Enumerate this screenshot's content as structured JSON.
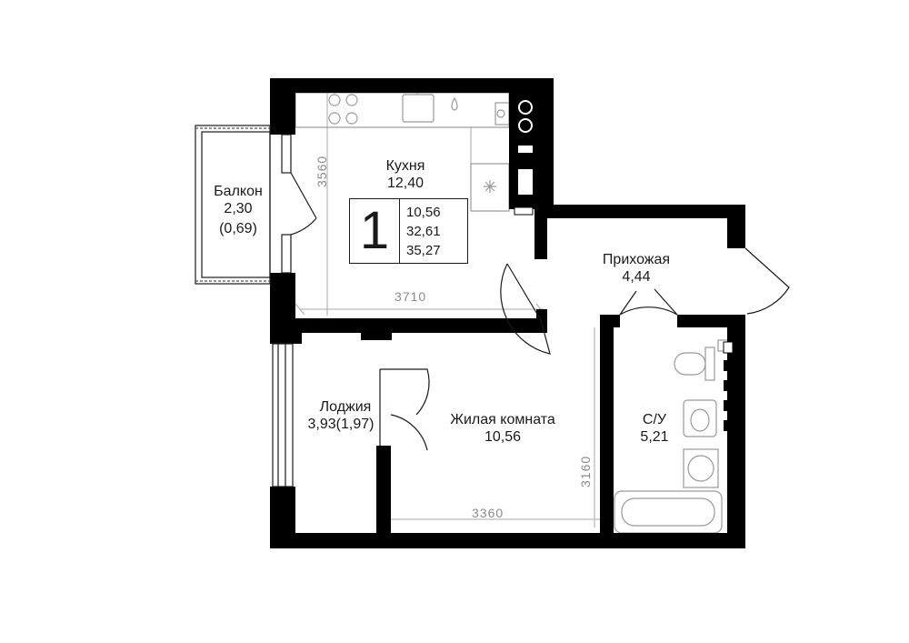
{
  "apartment": {
    "rooms_count": "1",
    "areas": [
      "10,56",
      "32,61",
      "35,27"
    ]
  },
  "rooms": {
    "kitchen": {
      "name": "Кухня",
      "area": "12,40"
    },
    "balcony": {
      "name": "Балкон",
      "area": "2,30",
      "reduced_area": "(0,69)"
    },
    "hallway": {
      "name": "Прихожая",
      "area": "4,44"
    },
    "loggia": {
      "name": "Лоджия",
      "area": "3,93(1,97)"
    },
    "living_room": {
      "name": "Жилая комната",
      "area": "10,56"
    },
    "bathroom": {
      "name": "С/У",
      "area": "5,21"
    }
  },
  "dimensions": {
    "kitchen_depth": "3560",
    "kitchen_width": "3710",
    "living_width": "3360",
    "living_depth": "3160"
  },
  "colors": {
    "wall": "#000000",
    "fixture_line": "#9a9a9a",
    "text": "#1a1a1a"
  }
}
